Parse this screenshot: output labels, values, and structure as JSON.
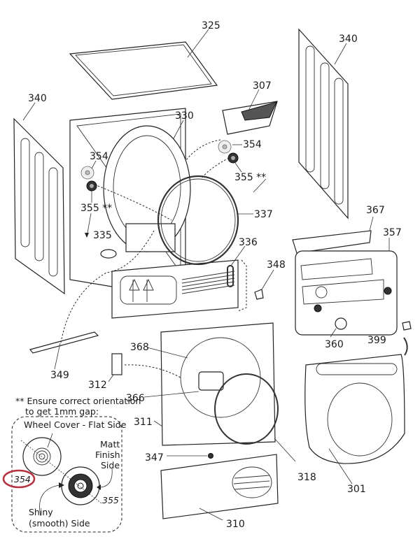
{
  "title": "Dryer exploded parts diagram",
  "highlight_color": "#b5323e",
  "parts": {
    "p325": "325",
    "p340_left": "340",
    "p340_right": "340",
    "p307": "307",
    "p330": "330",
    "p354_left": "354",
    "p354_right": "354",
    "p355_left": "355 **",
    "p355_right": "355 **",
    "p335": "335",
    "p337": "337",
    "p336": "336",
    "p348": "348",
    "p367": "367",
    "p357": "357",
    "p360": "360",
    "p399": "399",
    "p349": "349",
    "p368": "368",
    "p312": "312",
    "p366": "366",
    "p311": "311",
    "p347": "347",
    "p318": "318",
    "p301": "301",
    "p310": "310"
  },
  "inset": {
    "note_line1": "** Ensure correct orientation",
    "note_line2": "to get 1mm gap:",
    "wheel_cover": "Wheel Cover - Flat Side",
    "matt_line1": "Matt",
    "matt_line2": "Finish",
    "matt_line3": "Side",
    "shiny_line1": "Shiny",
    "shiny_line2": "(smooth) Side",
    "p354": "354",
    "p355": "355"
  }
}
